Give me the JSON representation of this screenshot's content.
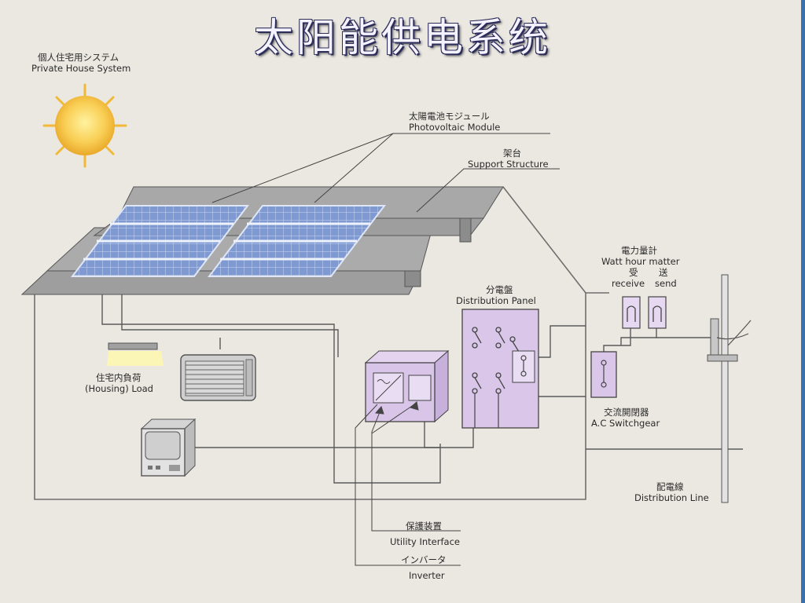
{
  "title": "太阳能供电系统",
  "labels": {
    "system_jp": "個人住宅用システム",
    "system_en": "Private House System",
    "pv_jp": "太陽電池モジュール",
    "pv_en": "Photovoltaic Module",
    "support_jp": "架台",
    "support_en": "Support Structure",
    "meter_jp": "電力量計",
    "meter_en": "Watt hour matter",
    "meter_recv_jp": "受",
    "meter_send_jp": "送",
    "meter_recv_en": "receive",
    "meter_send_en": "send",
    "panel_jp": "分電盤",
    "panel_en": "Distribution Panel",
    "load_jp": "住宅内負荷",
    "load_en": "(Housing) Load",
    "switch_jp": "交流開閉器",
    "switch_en": "A.C Switchgear",
    "line_jp": "配電線",
    "line_en": "Distribution Line",
    "utility_jp": "保護装置",
    "utility_en": "Utility Interface",
    "inverter_jp": "インバータ",
    "inverter_en": "Inverter"
  },
  "colors": {
    "sun": "#f7c84a",
    "roof": "#9a9a9a",
    "pv_panel": "#7f9ad2",
    "equipment": "#d9c6e8",
    "wall_line": "#6f6f6f"
  }
}
